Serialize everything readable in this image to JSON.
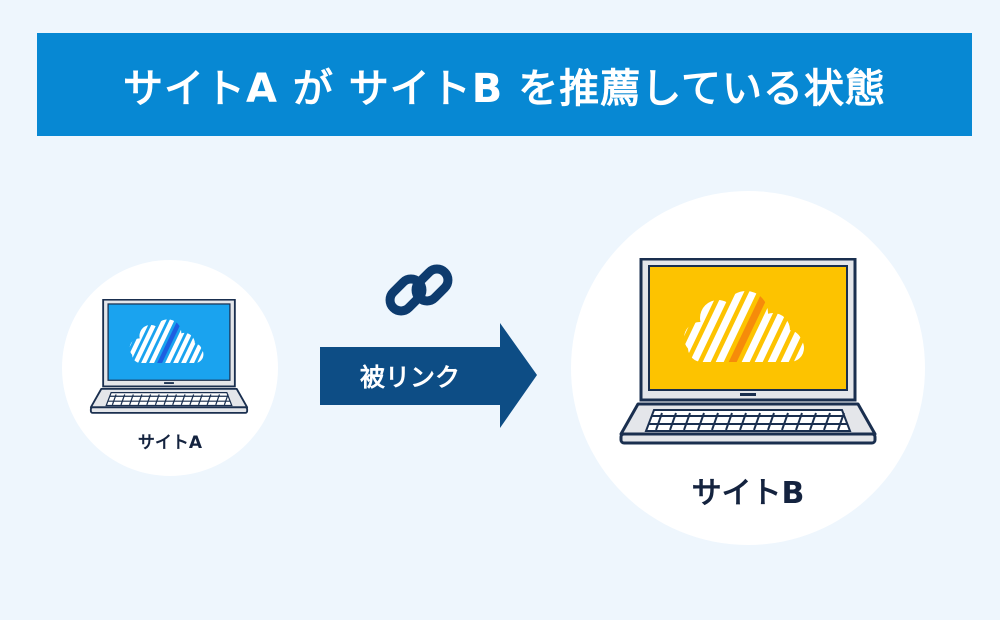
{
  "title": "サイトA が サイトB を推薦している状態",
  "site_a": {
    "label": "サイトA",
    "screen_color": "#1aa3ef",
    "accent_color": "#1f5fe0"
  },
  "site_b": {
    "label": "サイトB",
    "screen_color": "#fdc300",
    "accent_color": "#f68b0a"
  },
  "arrow": {
    "label": "被リンク",
    "color": "#0d4d85"
  },
  "icons": {
    "link": "link-chain-icon"
  }
}
